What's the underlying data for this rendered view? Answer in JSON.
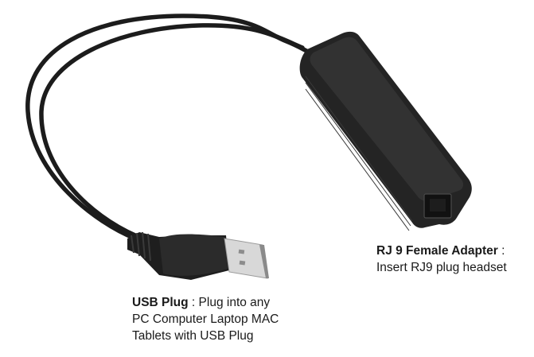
{
  "image": {
    "subject": "USB to RJ9 headset adapter cable",
    "background": "#ffffff"
  },
  "labels": {
    "usb": {
      "title": "USB Plug",
      "separator": " : ",
      "line1_rest": "Plug into any",
      "line2": "PC Computer Laptop MAC",
      "line3": "Tablets with USB Plug"
    },
    "rj9": {
      "title": "RJ 9 Female Adapter",
      "separator": " :",
      "line2": "Insert RJ9 plug headset"
    }
  },
  "colors": {
    "cable": "#1c1c1c",
    "body": "#2a2a2a",
    "body_highlight": "#3c3c3c",
    "usb_metal": "#d6d6d6"
  }
}
